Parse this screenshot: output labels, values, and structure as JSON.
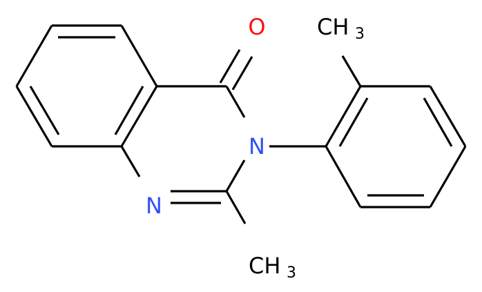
{
  "molecule": {
    "atoms": {
      "oxygen": {
        "symbol": "O",
        "color": "#ff0d0d"
      },
      "n3": {
        "symbol": "N",
        "color": "#3050f8"
      },
      "n1": {
        "symbol": "N",
        "color": "#3050f8"
      },
      "methyl_aryl": {
        "main": "CH",
        "sub": "3",
        "color": "#000000"
      },
      "methyl_c2": {
        "main": "CH",
        "sub": "3",
        "color": "#000000"
      }
    },
    "bond_color": "#000000"
  }
}
